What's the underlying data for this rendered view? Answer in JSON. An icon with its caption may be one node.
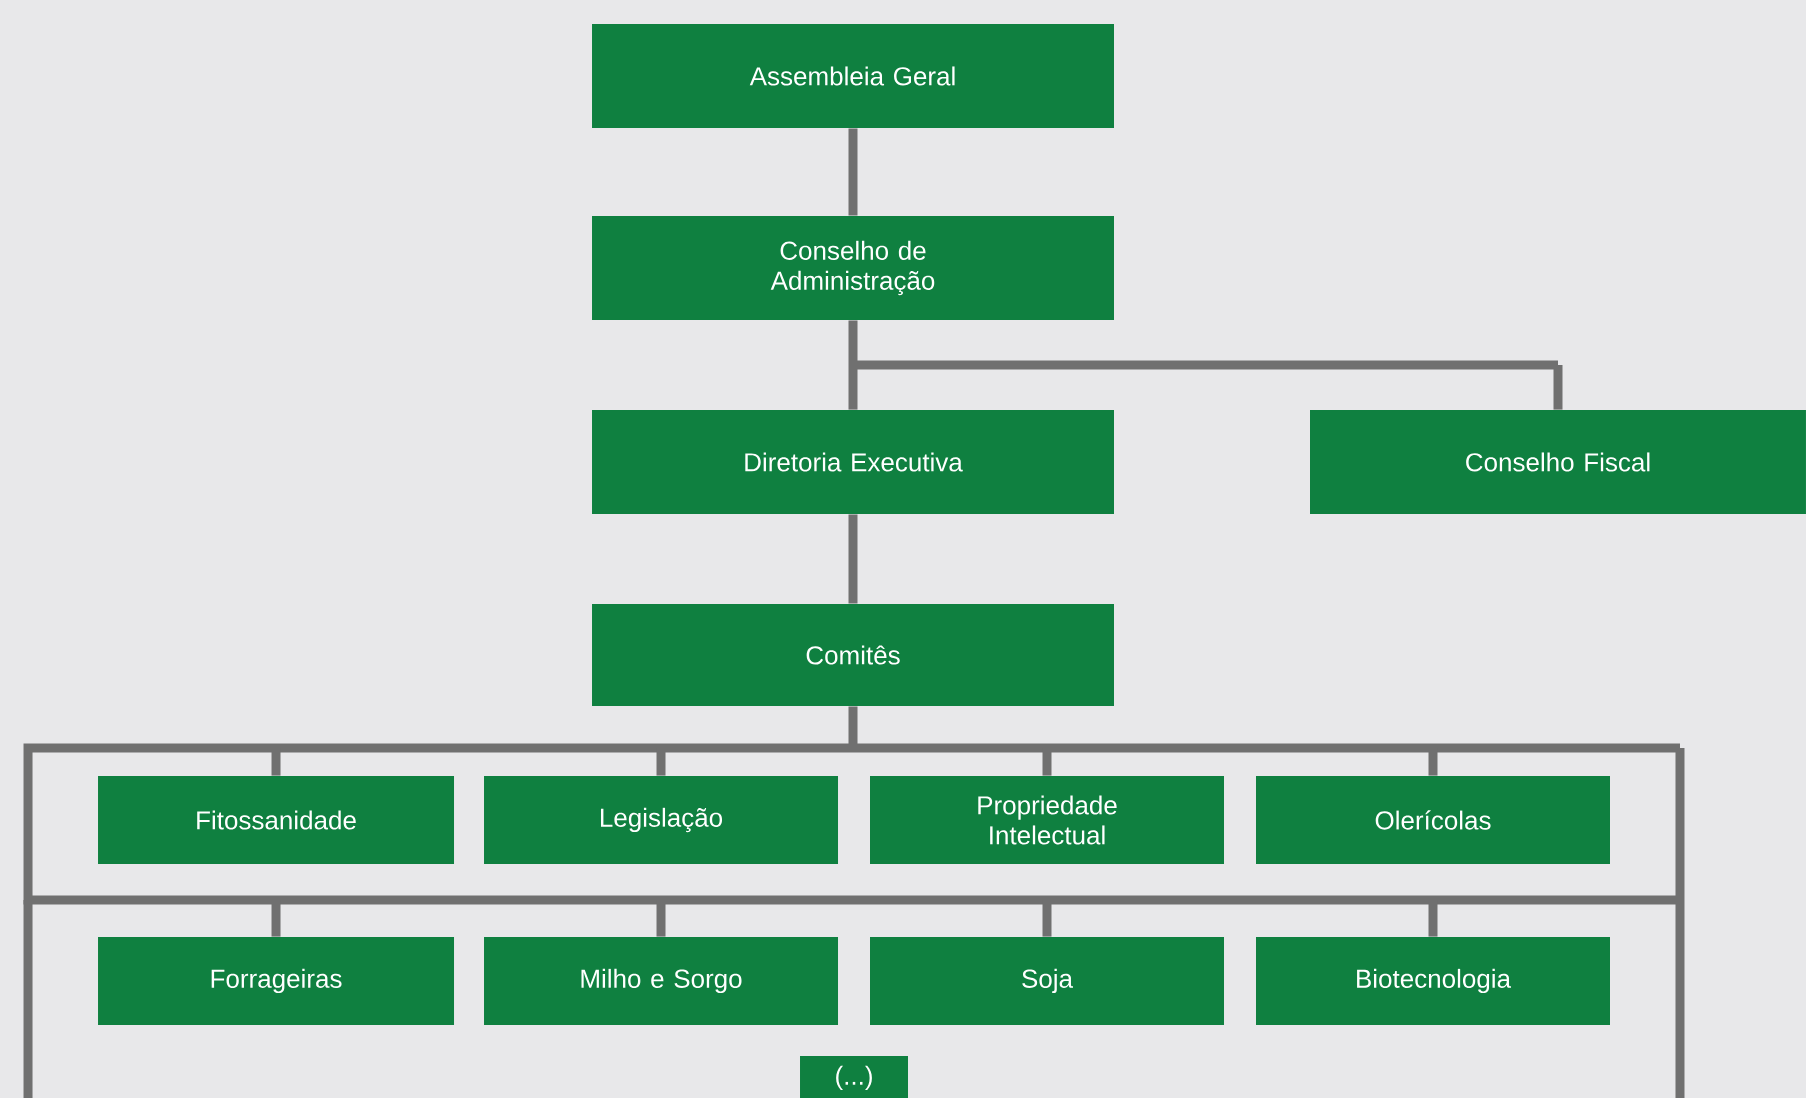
{
  "diagram": {
    "nodes": [
      {
        "text": [
          "Assembleia Geral"
        ]
      },
      {
        "text": [
          "Conselho de Administração"
        ]
      },
      {
        "text": [
          "Diretoria Executiva"
        ]
      },
      {
        "text": [
          "Conselho Fiscal"
        ]
      },
      {
        "text": [
          "Comitês"
        ]
      },
      {
        "text": [
          "Fitossanidade"
        ]
      },
      {
        "text": [
          "Legislação"
        ]
      },
      {
        "text": [
          "Propriedade Intelectual"
        ]
      },
      {
        "text": [
          "Olerícolas"
        ]
      },
      {
        "text": [
          "Forrageiras"
        ]
      },
      {
        "text": [
          "Milho e Sorgo"
        ]
      },
      {
        "text": [
          "Soja"
        ]
      },
      {
        "text": [
          "Biotecnologia"
        ]
      },
      {
        "text": [
          "(...)"
        ]
      }
    ],
    "edges": [
      {
        "from": 0,
        "to": 1,
        "arrow": "none"
      },
      {
        "from": 1,
        "to": 2,
        "arrow": "none"
      },
      {
        "from": 1,
        "to": 3,
        "arrow": "none"
      },
      {
        "from": 2,
        "to": 4,
        "arrow": "none"
      },
      {
        "from": 4,
        "to": 5,
        "arrow": "none"
      },
      {
        "from": 4,
        "to": 6,
        "arrow": "none"
      },
      {
        "from": 4,
        "to": 7,
        "arrow": "none"
      },
      {
        "from": 4,
        "to": 8,
        "arrow": "none"
      },
      {
        "from": 4,
        "to": 9,
        "arrow": "none"
      },
      {
        "from": 4,
        "to": 10,
        "arrow": "none"
      },
      {
        "from": 4,
        "to": 11,
        "arrow": "none"
      },
      {
        "from": 4,
        "to": 12,
        "arrow": "none"
      }
    ]
  }
}
